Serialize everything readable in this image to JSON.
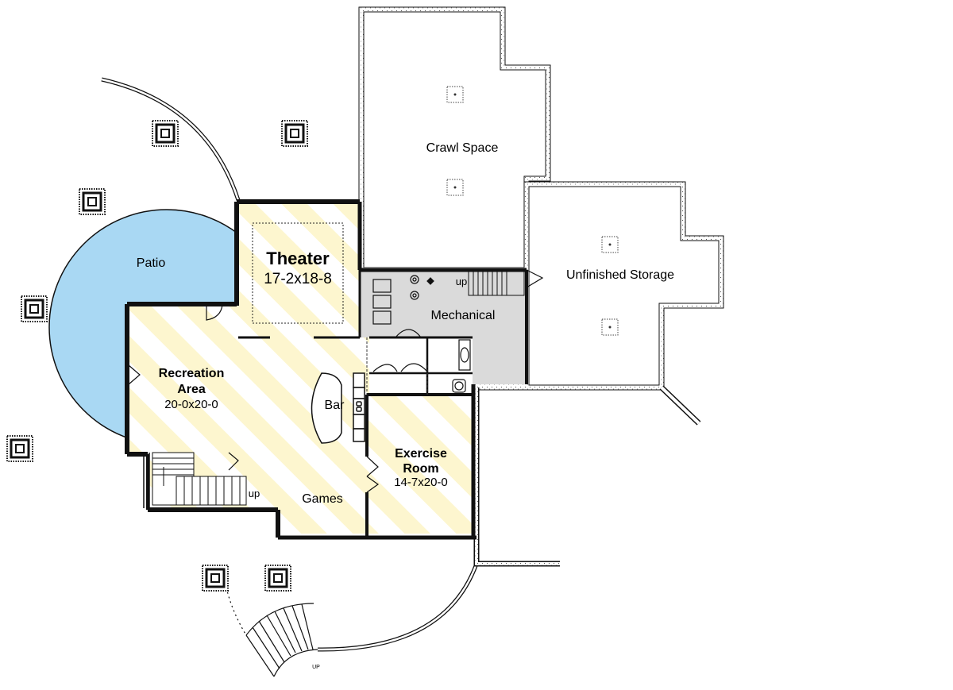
{
  "plan": {
    "rooms": {
      "theater": {
        "name": "Theater",
        "dims": "17-2x18-8"
      },
      "recreation": {
        "name_line1": "Recreation",
        "name_line2": "Area",
        "dims": "20-0x20-0"
      },
      "exercise": {
        "name_line1": "Exercise",
        "name_line2": "Room",
        "dims": "14-7x20-0"
      },
      "crawl": {
        "name": "Crawl Space"
      },
      "storage": {
        "name": "Unfinished Storage"
      },
      "mechanical": {
        "name": "Mechanical"
      },
      "patio": {
        "name": "Patio"
      },
      "bar": {
        "name": "Bar"
      },
      "games": {
        "name": "Games"
      }
    },
    "stairs": {
      "main_up": "up",
      "mech_up": "up",
      "exterior_up": "UP"
    },
    "colors": {
      "wall": "#111111",
      "finished_floor": "#fdf6cf",
      "stripe": "#ffffff",
      "mechanical_floor": "#dadada",
      "patio": "#a9d8f3"
    }
  }
}
